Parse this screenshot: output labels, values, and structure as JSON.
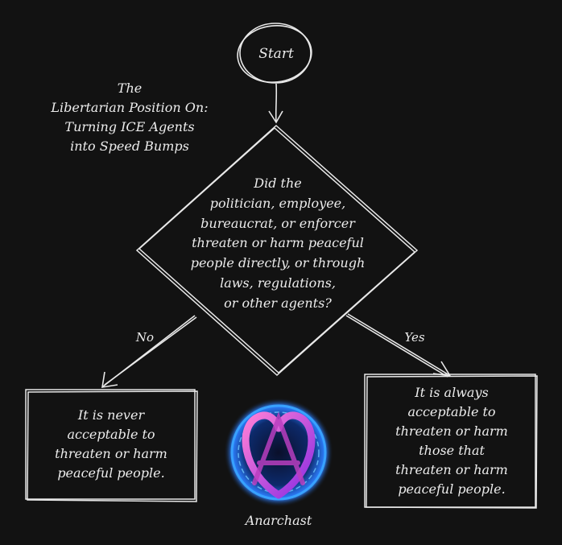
{
  "diagram": {
    "title": "The\nLibertarian Position On:\nTurning ICE Agents\ninto Speed Bumps",
    "start": "Start",
    "question": "Did the\npolitician, employee,\nbureaucrat, or enforcer\nthreaten or harm peaceful\npeople directly, or through\nlaws, regulations,\nor other agents?",
    "no_label": "No",
    "yes_label": "Yes",
    "no_outcome": "It is never\nacceptable to\nthreaten or harm\npeaceful people.",
    "yes_outcome": "It is always\nacceptable to\nthreaten or harm\nthose that\nthreaten or harm\npeaceful people.",
    "logo_caption": "Anarchast"
  },
  "colors": {
    "background": "#121212",
    "stroke": "#e8e8e8",
    "logo_glow": "#3aa6ff",
    "logo_heart": "#c23ab8"
  }
}
